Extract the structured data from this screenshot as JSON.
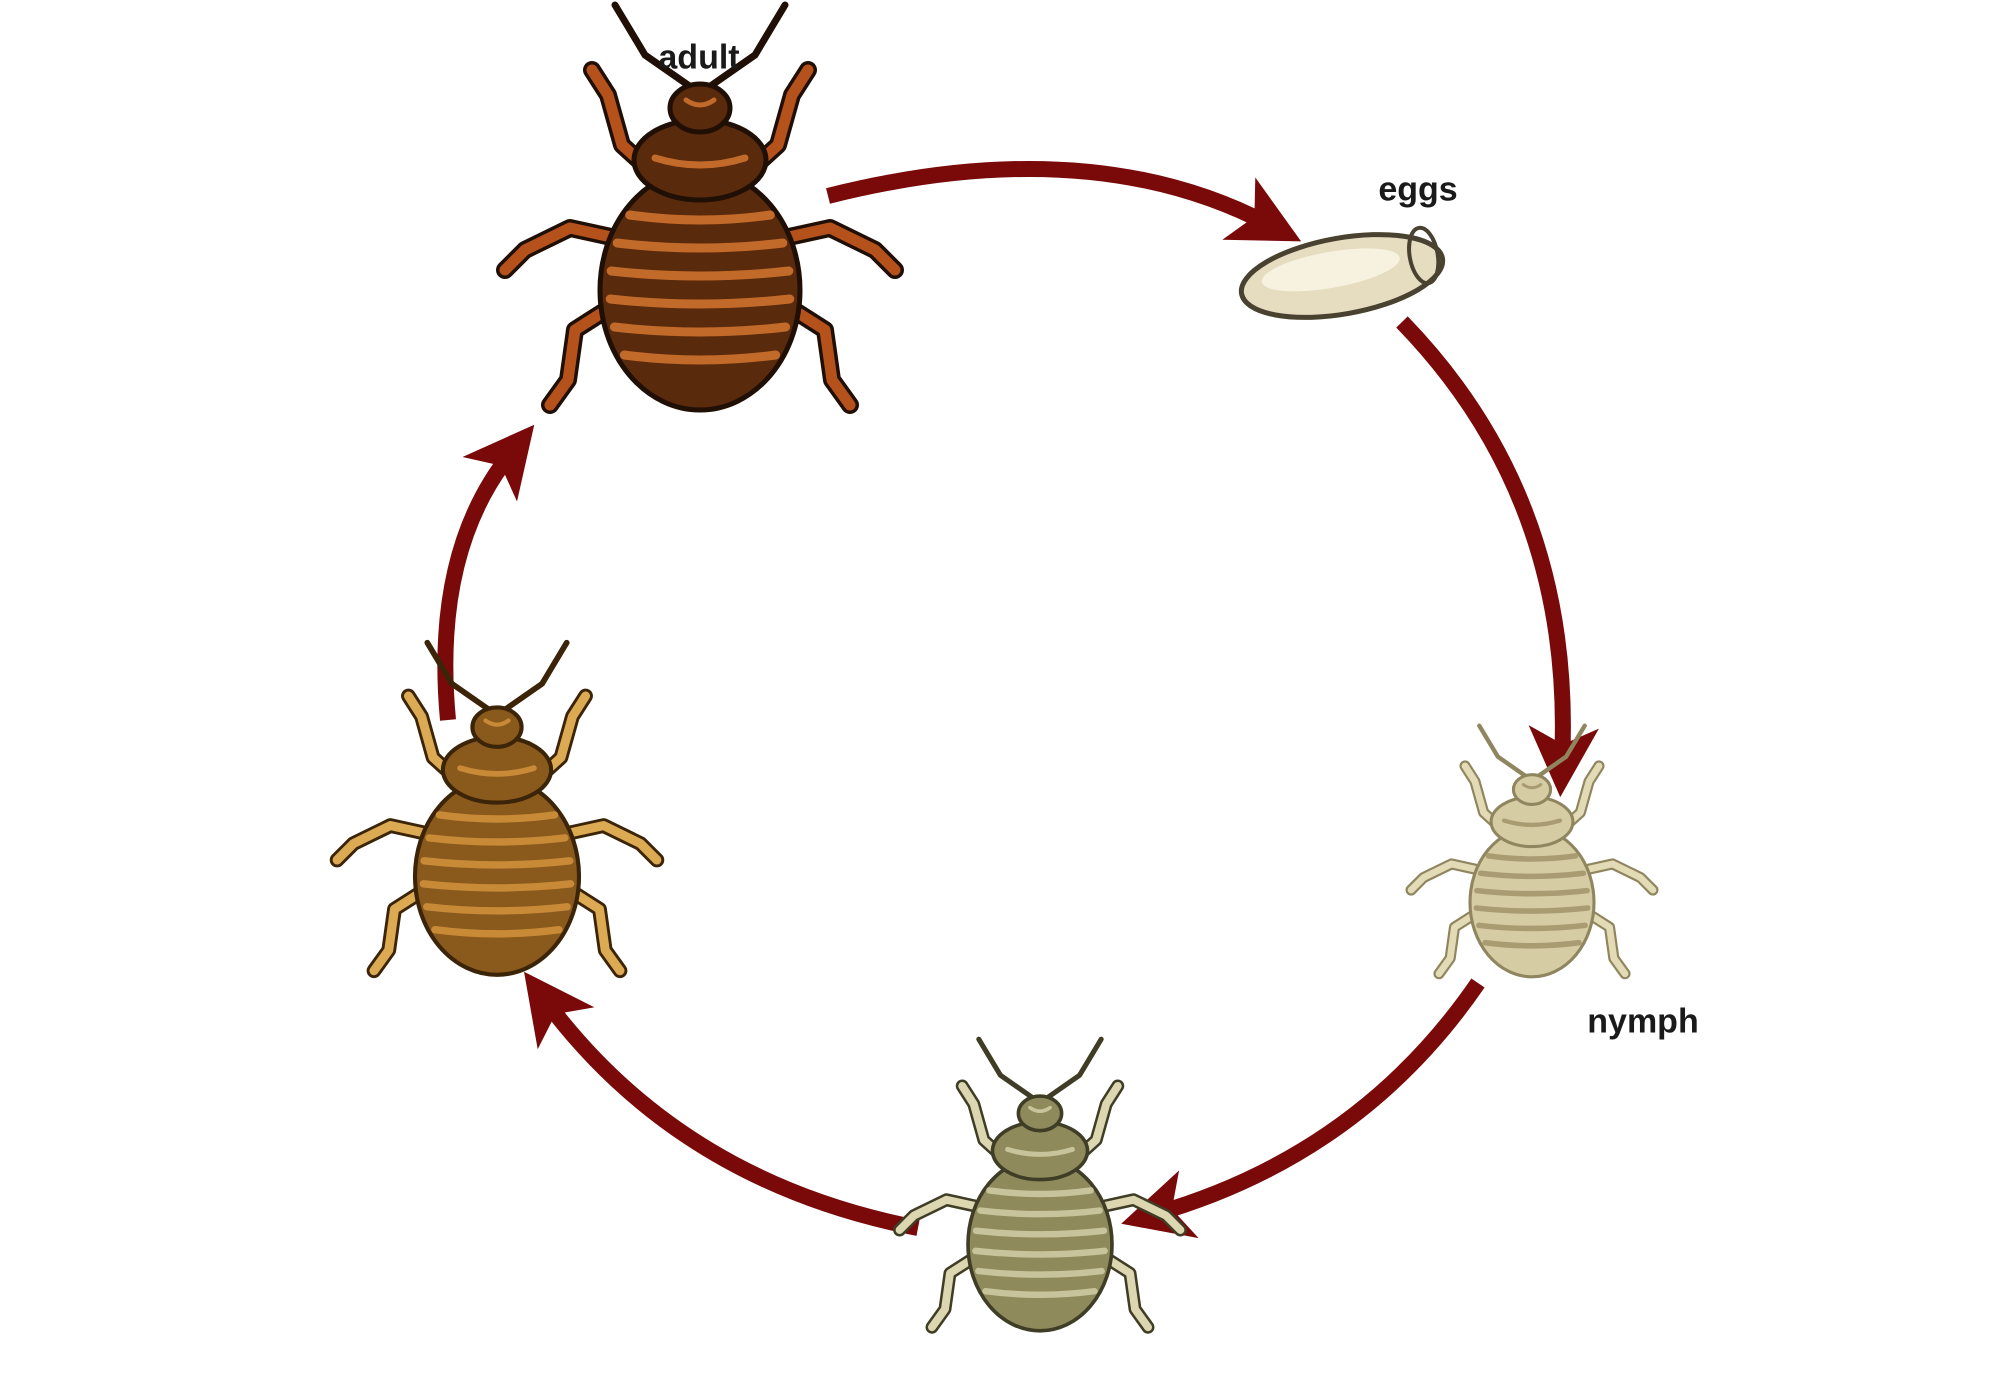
{
  "diagram": {
    "type": "life-cycle",
    "direction": "clockwise",
    "arrow_color": "#7a0a0a",
    "stages": [
      {
        "id": "adult",
        "label": "adult",
        "colors": {
          "body": "#5a2a0c",
          "band": "#c26a2a",
          "leg": "#b5521c",
          "outline": "#1f0f05"
        }
      },
      {
        "id": "eggs",
        "label": "eggs",
        "colors": {
          "body": "#e6dcc0",
          "highlight": "#f8f3e2",
          "outline": "#4a4230"
        }
      },
      {
        "id": "nymph-1",
        "label": "nymph",
        "colors": {
          "body": "#d6cca4",
          "band": "#a99c72",
          "leg": "#e3dab6",
          "outline": "#8f855f"
        }
      },
      {
        "id": "nymph-2",
        "label": "",
        "colors": {
          "body": "#8e8a5c",
          "band": "#c7c39a",
          "leg": "#dcd7b0",
          "outline": "#3f3d25"
        }
      },
      {
        "id": "nymph-3",
        "label": "",
        "colors": {
          "body": "#8a5a1c",
          "band": "#c98a38",
          "leg": "#dcaa52",
          "outline": "#3b2408"
        }
      }
    ]
  }
}
